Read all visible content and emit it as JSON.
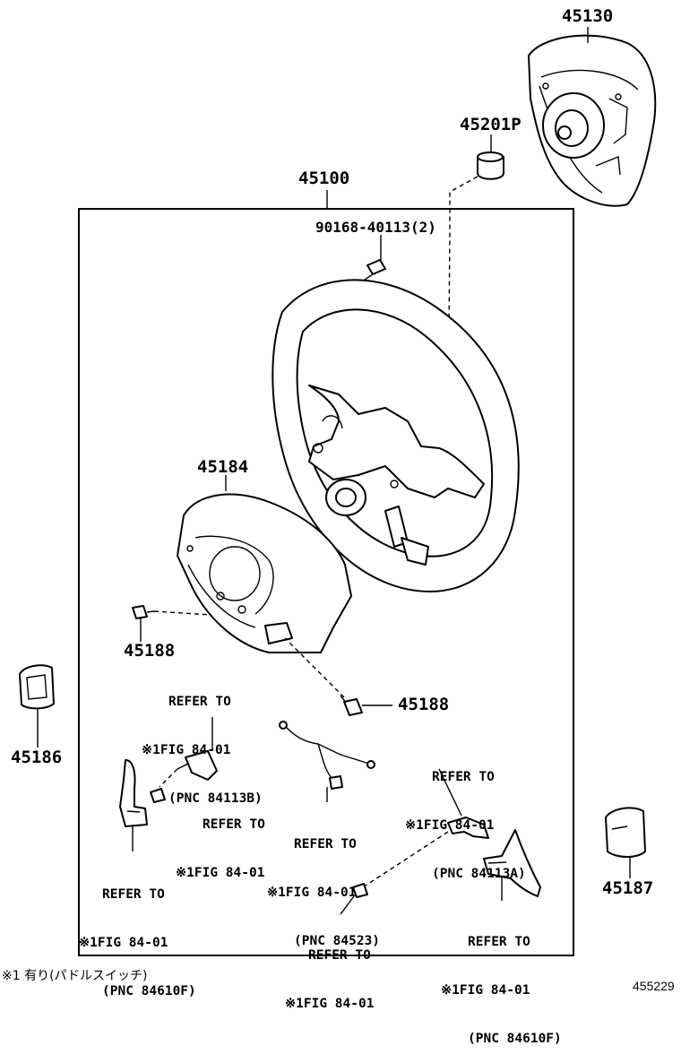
{
  "assembly_label": "45100",
  "parts": {
    "pad": "45130",
    "spacer": "45201P",
    "bolt": "90168-40113(2)",
    "lower_cover": "45184",
    "screw_left": "45188",
    "screw_right": "45188",
    "cover_left": "45186",
    "cover_right": "45187"
  },
  "refs": {
    "ref1": {
      "l1": "REFER TO",
      "l2": "※1FIG 84-01",
      "l3": "(PNC 84113B)"
    },
    "ref2": {
      "l1": "REFER TO",
      "l2": "※1FIG 84-01"
    },
    "ref3": {
      "l1": "REFER TO",
      "l2": "※1FIG 84-01",
      "l3": "(PNC 84523)"
    },
    "ref4": {
      "l1": "REFER TO",
      "l2": "※1FIG 84-01",
      "l3": "(PNC 84113A)"
    },
    "ref5": {
      "l1": "REFER TO",
      "l2": "※1FIG 84-01",
      "l3": "(PNC 84610F)"
    },
    "ref6": {
      "l1": "REFER TO",
      "l2": "※1FIG 84-01"
    },
    "ref7": {
      "l1": "REFER TO",
      "l2": "※1FIG 84-01",
      "l3": "(PNC 84610F)"
    }
  },
  "footnote": "※1 有り(パドルスイッチ)",
  "drawing_id": "455229"
}
